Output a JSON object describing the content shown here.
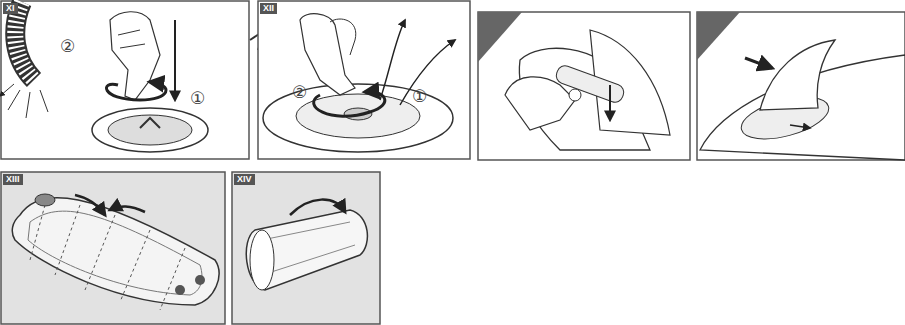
{
  "diagram": {
    "labels": [
      "XI",
      "②",
      "①",
      "XII",
      "②",
      "①",
      "XIII",
      "XIV"
    ]
  }
}
